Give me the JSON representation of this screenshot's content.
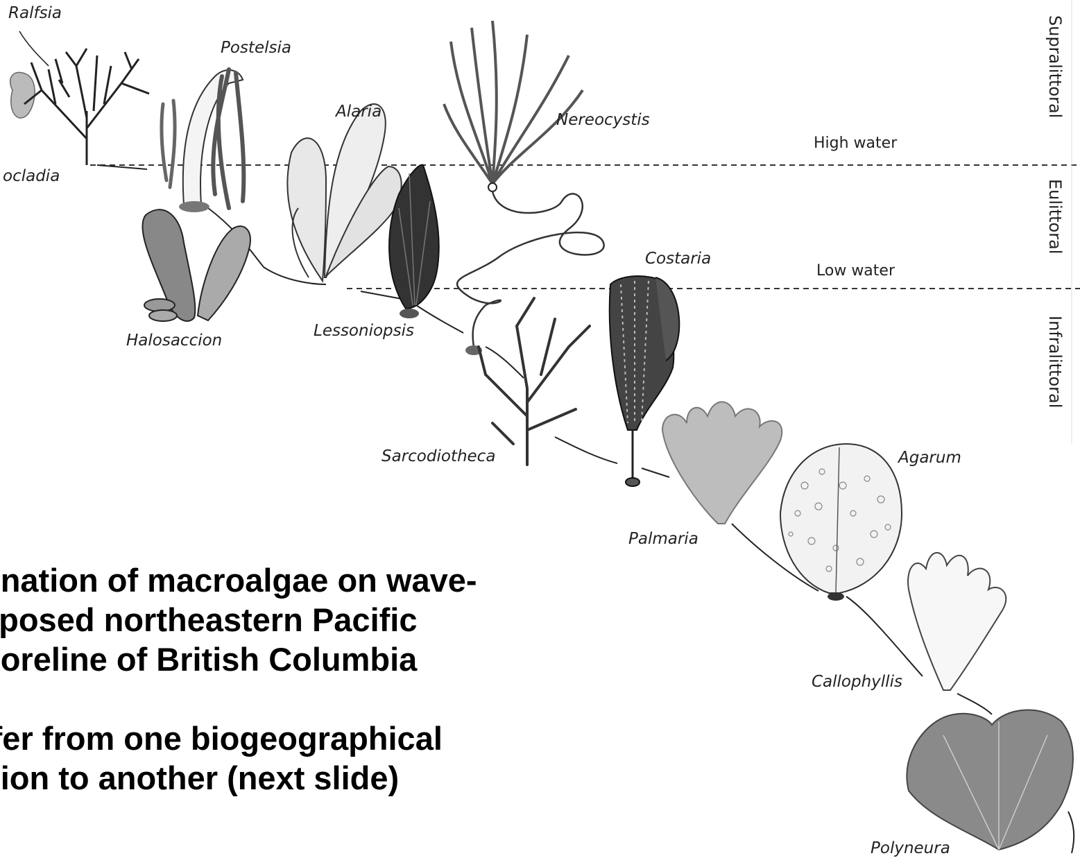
{
  "genera": {
    "ralfsia": "Ralfsia",
    "postelsia": "Postelsia",
    "alaria": "Alaria",
    "nereocystis": "Nereocystis",
    "cladia": "ocladia",
    "halosaccion": "Halosaccion",
    "lessoniopsis": "Lessoniopsis",
    "costaria": "Costaria",
    "sarcodiotheca": "Sarcodiotheca",
    "agarum": "Agarum",
    "palmaria": "Palmaria",
    "callophyllis": "Callophyllis",
    "polyneura": "Polyneura"
  },
  "levels": {
    "high_water": "High water",
    "low_water": "Low water"
  },
  "zones": {
    "supralittoral": "Supralittoral",
    "eulittoral": "Eulittoral",
    "infralittoral": "Infralittoral"
  },
  "caption": {
    "line1": "onation of macroalgae on wave-",
    "line2": "xposed northeastern Pacific",
    "line3": "horeline of British Columbia",
    "line4": "ffer from one biogeographical",
    "line5": "gion to another (next slide)"
  }
}
